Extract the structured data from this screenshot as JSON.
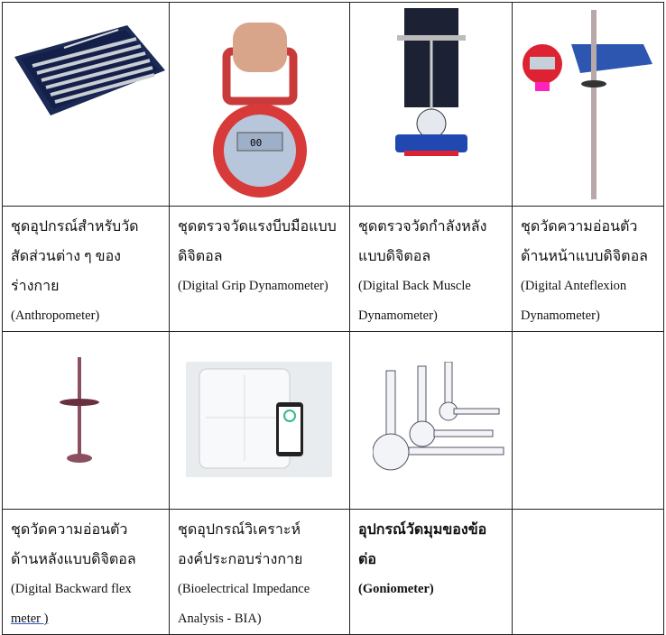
{
  "table": {
    "row1": [
      {
        "thai": [
          "ชุดอุปกรณ์สำหรับวัด",
          "สัดส่วนต่าง ๆ ของร่างกาย"
        ],
        "english": [
          "(Anthropometer)"
        ],
        "image_icon": "anthropometer-case-image"
      },
      {
        "thai": [
          "ชุดตรวจวัดแรงบีบมือแบบ",
          "ดิจิตอล"
        ],
        "english": [
          "(Digital Grip Dynamometer)"
        ],
        "image_icon": "grip-dynamometer-image",
        "display": "00"
      },
      {
        "thai": [
          "ชุดตรวจวัดกำลังหลัง",
          "แบบดิจิตอล"
        ],
        "english": [
          "(Digital Back Muscle",
          "Dynamometer)"
        ],
        "image_icon": "back-dynamometer-image"
      },
      {
        "thai": [
          "ชุดวัดความอ่อนตัว",
          "ด้านหน้าแบบดิจิตอล"
        ],
        "english": [
          "(Digital Anteflexion",
          "Dynamometer)"
        ],
        "image_icon": "anteflexion-meter-image"
      }
    ],
    "row2": [
      {
        "thai": [
          "ชุดวัดความอ่อนตัว",
          "ด้านหลังแบบดิจิตอล"
        ],
        "english": [
          "(Digital Backward flex",
          "meter )"
        ],
        "image_icon": "backward-flex-meter-image"
      },
      {
        "thai": [
          "ชุดอุปกรณ์วิเคราะห์",
          "องค์ประกอบร่างกาย"
        ],
        "english": [
          "(Bioelectrical Impedance",
          "Analysis - BIA)"
        ],
        "image_icon": "bia-scale-image"
      },
      {
        "thai": [
          "อุปกรณ์วัดมุมของข้อต่อ"
        ],
        "english": [
          "(Goniometer)"
        ],
        "image_icon": "goniometer-image"
      }
    ]
  }
}
